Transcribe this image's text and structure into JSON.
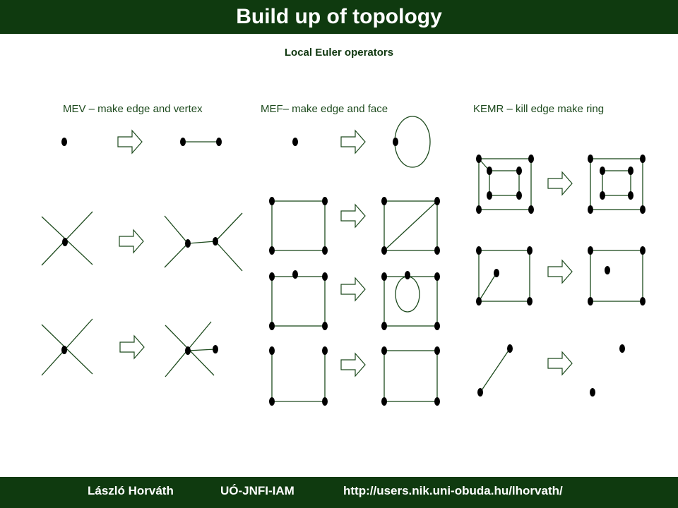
{
  "header": {
    "title": "Build up of topology"
  },
  "subtitle": "Local Euler operators",
  "columns": {
    "mev": "MEV – make edge and vertex",
    "mef": "MEF– make edge and face",
    "kemr": "KEMR – kill edge make ring"
  },
  "footer": {
    "author": "László Horváth",
    "institute": "UÓ-JNFI-IAM",
    "url": "http://users.nik.uni-obuda.hu/lhorvath/"
  },
  "colors": {
    "band": "#0f3a0f",
    "line": "#1d4a1d",
    "vertex": "#000000",
    "arrow": "#1d4a1d"
  }
}
